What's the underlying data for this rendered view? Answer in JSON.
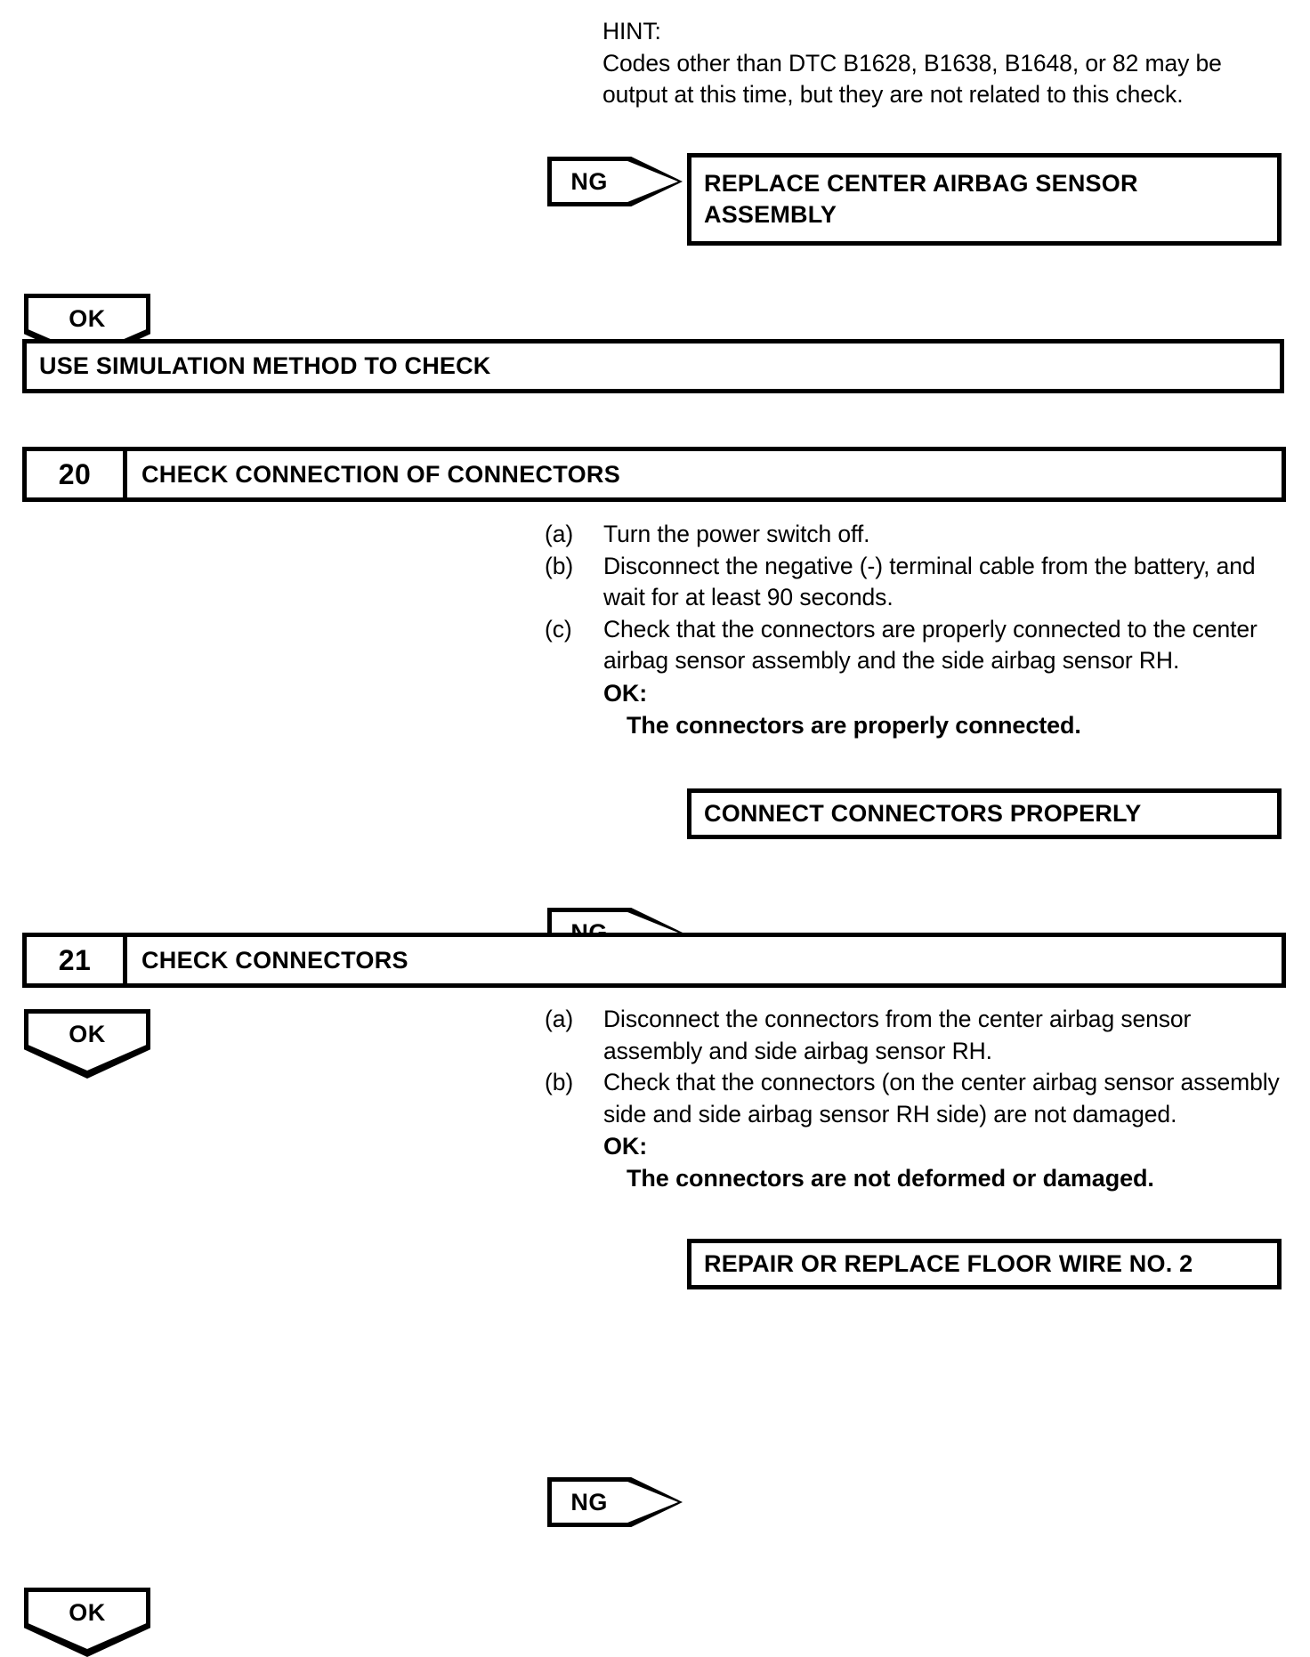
{
  "hint": {
    "label": "HINT:",
    "body": "Codes other than DTC B1628, B1638, B1648, or 82 may be output at this time, but they are not related to this check."
  },
  "markers": {
    "ng": "NG",
    "ok": "OK"
  },
  "results": {
    "replace_center_airbag": "REPLACE CENTER AIRBAG SENSOR ASSEMBLY",
    "connect_connectors": "CONNECT CONNECTORS PROPERLY",
    "repair_floor_wire": "REPAIR OR REPLACE FLOOR WIRE NO. 2"
  },
  "simulation_box": {
    "title": "USE SIMULATION METHOD TO CHECK"
  },
  "steps": [
    {
      "number": "20",
      "title": "CHECK CONNECTION OF CONNECTORS",
      "items": [
        {
          "label": "(a)",
          "text": "Turn the power switch off."
        },
        {
          "label": "(b)",
          "text": "Disconnect the negative (-) terminal cable from the battery, and wait for at least 90 seconds."
        },
        {
          "label": "(c)",
          "text": "Check that the connectors are properly connected to the center airbag sensor assembly and the side airbag sensor RH."
        }
      ],
      "ok_label": "OK:",
      "ok_result": "The connectors are properly connected."
    },
    {
      "number": "21",
      "title": "CHECK CONNECTORS",
      "items": [
        {
          "label": "(a)",
          "text": "Disconnect the connectors from the center airbag sensor assembly and side airbag sensor RH."
        },
        {
          "label": "(b)",
          "text": "Check that the connectors (on the center airbag sensor assembly side and side airbag sensor RH side) are not damaged."
        }
      ],
      "ok_label": "OK:",
      "ok_result": "The connectors are not deformed or damaged."
    }
  ]
}
